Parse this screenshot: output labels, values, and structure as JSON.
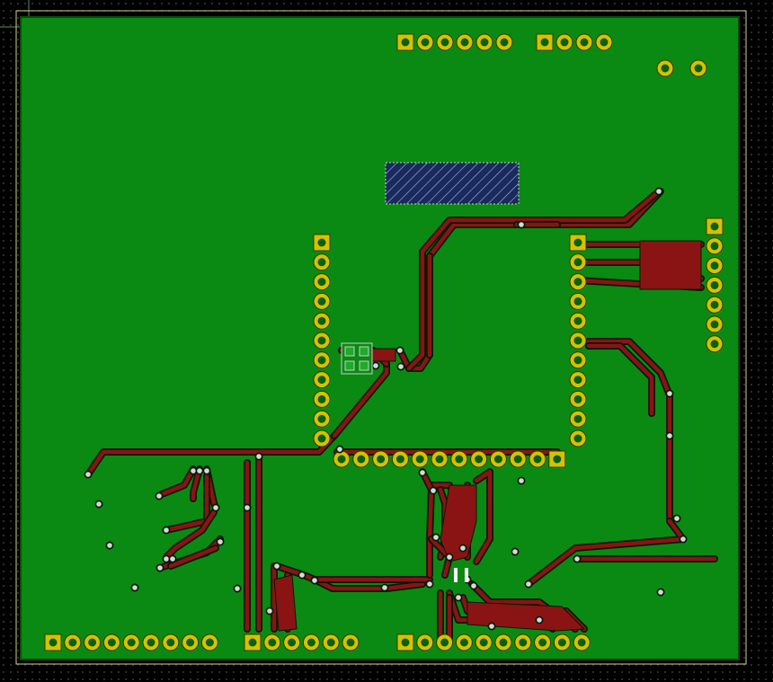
{
  "app": {
    "view": "pcb-layout-editor"
  },
  "colors": {
    "background": "#000000",
    "board_copper_pour": "#0a8a12",
    "board_edge": "#d8d090",
    "trace_copper": "#8a1414",
    "trace_outline": "#061a06",
    "pad_fill": "#d4c200",
    "pad_hole": "#0a6010",
    "via_fill": "#d8d8d8",
    "keepout_fill": "#1a2a5a",
    "hatch": "#aab4ff",
    "silkscreen": "#c8ccc8"
  },
  "icons": {
    "cursor": "crosshair-cursor-icon",
    "pad_square": "square-pad-icon",
    "pad_round": "round-pad-icon",
    "via": "via-icon"
  },
  "layers": {
    "top_copper": "visible",
    "bottom_copper": "visible",
    "silkscreen": "visible",
    "board_outline": "visible"
  }
}
